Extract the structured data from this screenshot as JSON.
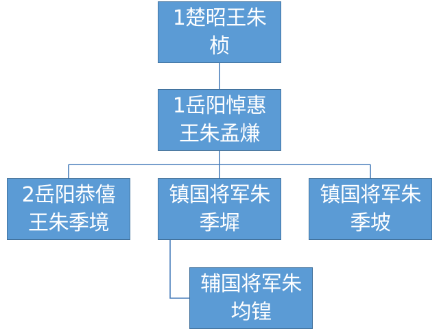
{
  "diagram": {
    "nodes": {
      "root": "1楚昭王朱\n桢",
      "level2": "1岳阳悼惠\n王朱孟熑",
      "child_a": "2岳阳恭僖\n王朱季境",
      "child_b": "镇国将军朱\n季墀",
      "child_c": "镇国将军朱\n季坡",
      "grandchild": "辅国将军朱\n均锽"
    },
    "colors": {
      "node_fill": "#5b9bd5",
      "node_border": "#41719c",
      "connector": "#4a7ebb",
      "text": "#ffffff"
    }
  }
}
